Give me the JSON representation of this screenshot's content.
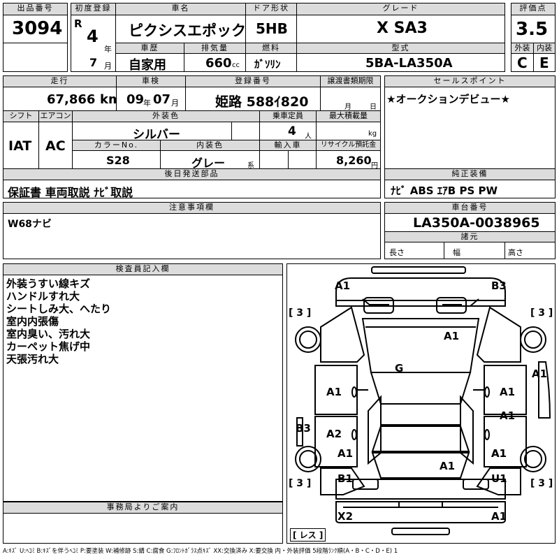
{
  "header": {
    "lot_label": "出品番号",
    "lot_no": "3094",
    "first_reg_label": "初度登録",
    "era": "R",
    "year": "4",
    "year_unit": "年",
    "month": "7",
    "month_unit": "月",
    "car_name_label": "車名",
    "car_name": "ピクシスエポック",
    "door_label": "ドア形状",
    "door": "5HB",
    "grade_label": "グレード",
    "grade": "X SA3",
    "score_label": "評価点",
    "score": "3.5",
    "history_label": "車歴",
    "history": "自家用",
    "displacement_label": "排気量",
    "displacement": "660",
    "displacement_unit": "cc",
    "fuel_label": "燃料",
    "fuel": "ｶﾞｿﾘﾝ",
    "model_label": "型式",
    "model": "5BA-LA350A",
    "exterior_label": "外装",
    "exterior": "C",
    "interior_label": "内装",
    "interior": "E"
  },
  "row2": {
    "mileage_label": "走行",
    "mileage": "67,866",
    "mileage_unit": "km",
    "inspection_label": "車検",
    "insp_year": "09",
    "insp_year_unit": "年",
    "insp_month": "07",
    "insp_month_unit": "月",
    "plate_label": "登録番号",
    "plate": "姫路 588ｲ820",
    "transfer_label": "譲渡書類期限",
    "transfer_month_unit": "月",
    "transfer_day_unit": "日",
    "shift_label": "シフト",
    "shift": "IAT",
    "ac_label": "エアコン",
    "ac": "AC",
    "ext_color_label": "外装色",
    "ext_color": "シルバー",
    "capacity_label": "乗車定員",
    "capacity": "4",
    "capacity_unit": "人",
    "max_load_label": "最大積載量",
    "max_load_unit": "kg",
    "color_no_label": "カラーNo.",
    "color_no": "S28",
    "int_color_label": "内装色",
    "int_color": "グレー",
    "int_color_suffix": "系",
    "import_label": "輸入車",
    "recycle_label": "リサイクル預託金",
    "recycle": "8,260",
    "recycle_unit": "円",
    "later_parts_label": "後日発送部品",
    "later_parts": "保証書 車両取説 ﾅﾋﾞ取説"
  },
  "right": {
    "sales_point_label": "セールスポイント",
    "sales_point": "★オークションデビュー★",
    "equipment_label": "純正装備",
    "equipment": "ﾅﾋﾞ ABS ｴｱB PS PW",
    "chassis_label": "車台番号",
    "chassis": "LA350A-0038965",
    "dims_label": "諸元",
    "length_label": "長さ",
    "width_label": "幅",
    "height_label": "高さ"
  },
  "notes": {
    "label": "注意事項欄",
    "text": "W68ナビ"
  },
  "inspector": {
    "label": "検査員記入欄",
    "lines": [
      "外装うすい線キズ",
      "ハンドルすれ大",
      "シートしみ大、へたり",
      "室内内張傷",
      "室内臭い、汚れ大",
      "カーペット焦げ中",
      "天張汚れ大"
    ]
  },
  "office": {
    "label": "事務局よりご案内"
  },
  "diagram": {
    "marks": [
      "A1",
      "B3",
      "A1",
      "A1",
      "G",
      "A1",
      "A1",
      "A1",
      "A1",
      "B3",
      "A2",
      "A1",
      "A1",
      "A1",
      "B1",
      "U1",
      "X2",
      "A1"
    ],
    "tire_labels": [
      "[ 3 ]",
      "[ 3 ]",
      "[ 3 ]",
      "[ 3 ]"
    ],
    "spare_label": "[ レス ]"
  },
  "legend": "A:ｷｽﾞ U:ﾍｺﾐ B:ｷｽﾞを伴うﾍｺﾐ P:要塗装 W:補修跡 S:錆 C:腐食 G:ﾌﾛﾝﾄｶﾞﾗｽ点ｷｽﾞ XX:交換済み X:要交換 内・外装評価 5段階ﾗﾝｸ順(A・B・C・D・E) 1"
}
